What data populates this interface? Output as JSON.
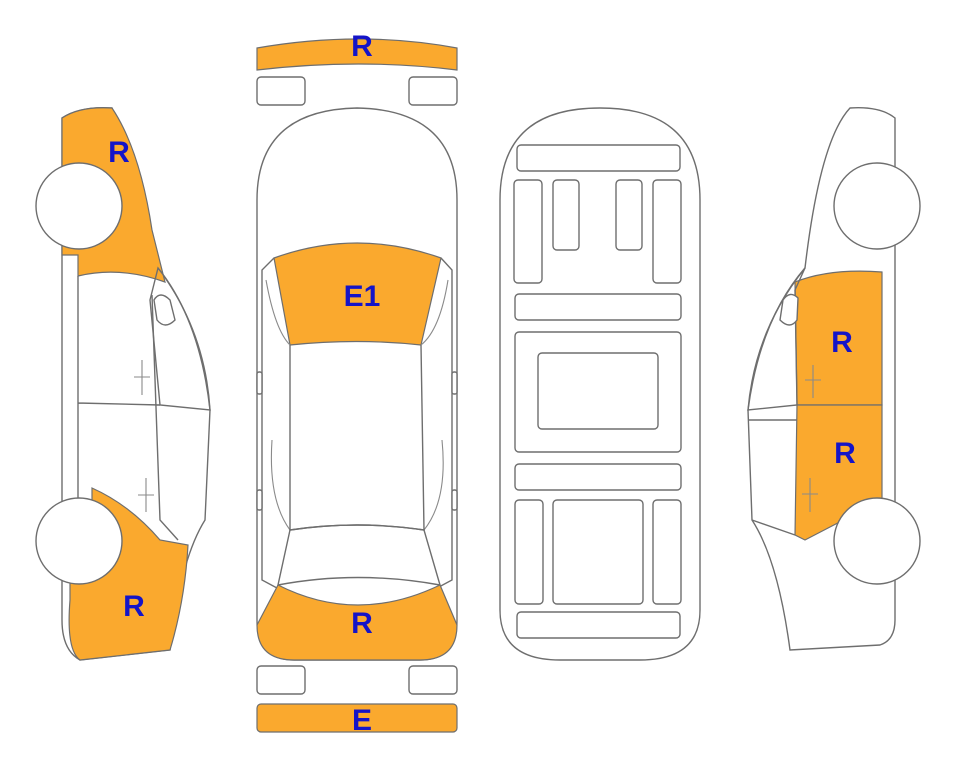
{
  "colors": {
    "damage_fill": "#FAA92E",
    "label_text": "#1414C8",
    "outline": "#6E6E6E"
  },
  "labels": {
    "front_bumper": "R",
    "rear_bumper": "E",
    "hood": "E1",
    "trunk": "R",
    "left_front_fender": "R",
    "left_rear_quarter": "R",
    "right_front_door": "R",
    "right_rear_door": "R"
  }
}
